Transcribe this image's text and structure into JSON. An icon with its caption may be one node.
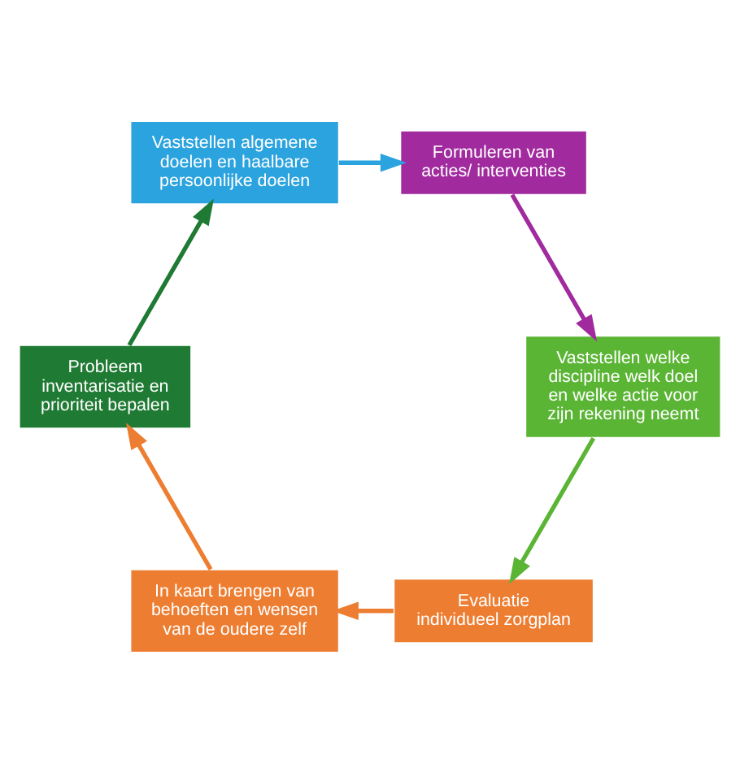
{
  "diagram": {
    "nodes": [
      {
        "text": [
          "Evaluatie individueel zorgplan"
        ]
      },
      {
        "text": [
          "In kaart brengen van behoeften en wensen van de oudere zelf"
        ]
      },
      {
        "text": [
          "Probleem inventarisatie en prioriteit bepalen"
        ]
      },
      {
        "text": [
          "Vaststellen algemene doelen en haalbare persoonlijke doelen"
        ]
      },
      {
        "text": [
          "Formuleren van acties/ interventies"
        ]
      },
      {
        "text": [
          "Vaststellen welke discipline welk doel en welke actie voor zijn rekening neemt"
        ]
      }
    ],
    "edges": [
      {
        "from": 0,
        "to": 1,
        "arrow": "to",
        "color": "#ed7d31"
      },
      {
        "from": 1,
        "to": 2,
        "arrow": "to",
        "color": "#ed7d31"
      },
      {
        "from": 2,
        "to": 3,
        "arrow": "to",
        "color": "#1f7a33"
      },
      {
        "from": 3,
        "to": 4,
        "arrow": "to",
        "color": "#2ba3de"
      },
      {
        "from": 4,
        "to": 5,
        "arrow": "to",
        "color": "#a02a9e"
      },
      {
        "from": 5,
        "to": 0,
        "arrow": "to",
        "color": "#5bb535"
      }
    ]
  }
}
